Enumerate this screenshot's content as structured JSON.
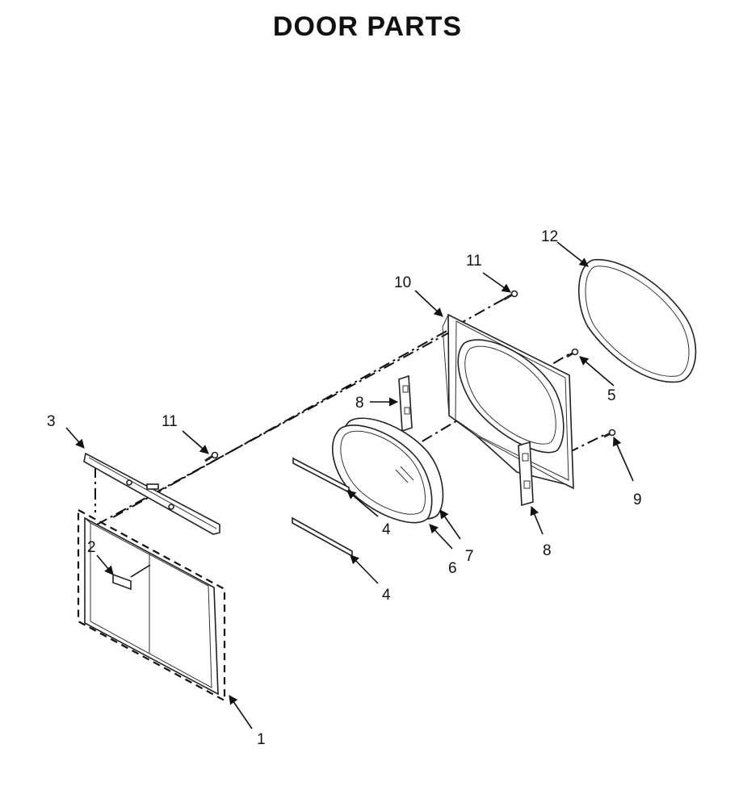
{
  "title": "DOOR PARTS",
  "callouts": {
    "c1": "1",
    "c2": "2",
    "c3": "3",
    "c4a": "4",
    "c4b": "4",
    "c5": "5",
    "c6": "6",
    "c7": "7",
    "c8a": "8",
    "c8b": "8",
    "c9": "9",
    "c10": "10",
    "c11a": "11",
    "c11b": "11",
    "c12": "12"
  }
}
